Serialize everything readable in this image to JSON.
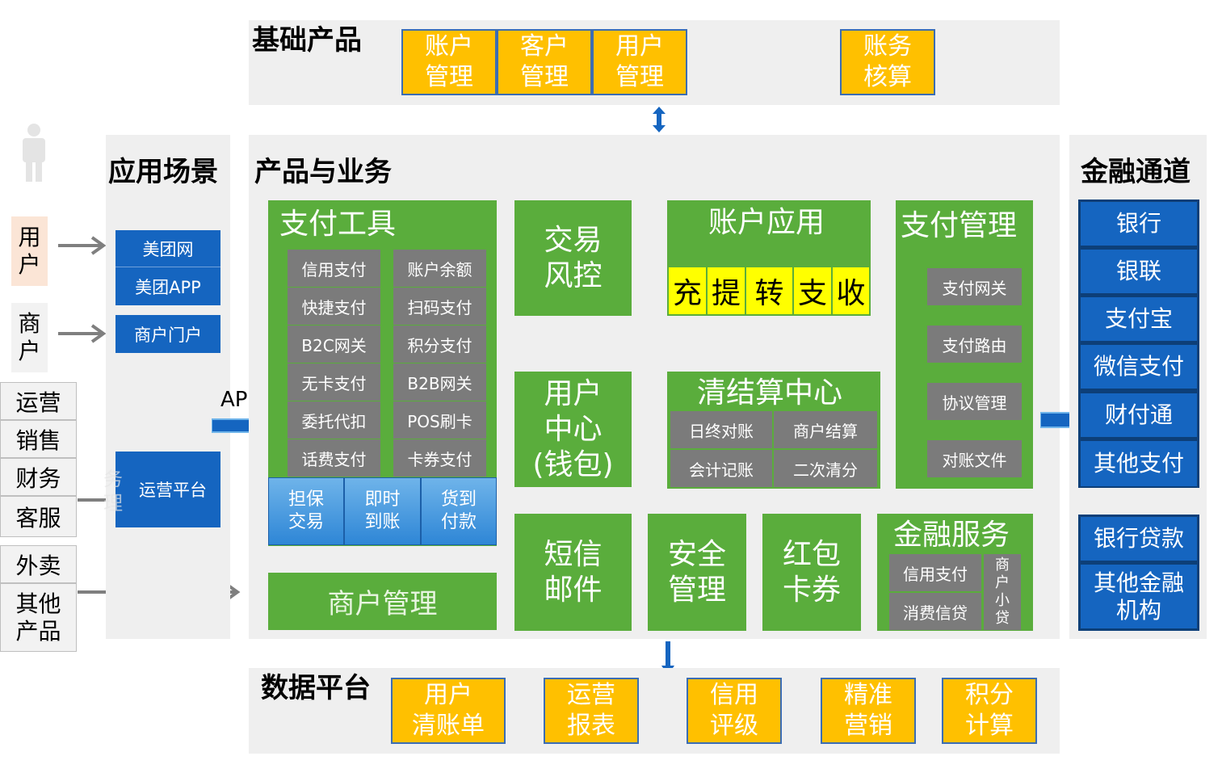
{
  "base": {
    "title": "基础产品",
    "items": [
      "账户\n管理",
      "客户\n管理",
      "用户\n管理",
      "账务\n核算"
    ]
  },
  "scenes": {
    "title": "应用场景",
    "items": [
      "美团网",
      "美团APP",
      "商户门户",
      "运营平台"
    ],
    "overlap_text": "务\n理"
  },
  "actors": {
    "user": "用\n户",
    "merchant": "商\n户",
    "ops": [
      "运营",
      "销售",
      "财务",
      "客服"
    ],
    "other": [
      "外卖",
      "其他\n产品"
    ]
  },
  "api_label": "API",
  "product": {
    "title": "产品与业务",
    "pay_tools": {
      "title": "支付工具",
      "left": [
        "信用支付",
        "快捷支付",
        "B2C网关",
        "无卡支付",
        "委托代扣",
        "话费支付"
      ],
      "right": [
        "账户余额",
        "扫码支付",
        "积分支付",
        "B2B网关",
        "POS刷卡",
        "卡券支付"
      ],
      "special": [
        "担保\n交易",
        "即时\n到账",
        "货到\n付款"
      ]
    },
    "merchant_mgmt": "商户管理",
    "risk": "交易\n风控",
    "user_center": "用户\n中心\n(钱包)",
    "sms": "短信\n邮件",
    "security": "安全\n管理",
    "coupon": "红包\n卡券",
    "account_app": {
      "title": "账户应用",
      "ops": [
        "充",
        "提",
        "转",
        "支",
        "收"
      ]
    },
    "clearing": {
      "title": "清结算中心",
      "items": [
        "日终对账",
        "商户结算",
        "会计记账",
        "二次清分"
      ]
    },
    "pay_mgmt": {
      "title": "支付管理",
      "items": [
        "支付网关",
        "支付路由",
        "协议管理",
        "对账文件"
      ]
    },
    "fin_service": {
      "title": "金融服务",
      "items": [
        "信用支付",
        "消费信贷"
      ],
      "side": "商\n户\n小\n贷"
    }
  },
  "channels": {
    "title": "金融通道",
    "payment": [
      "银行",
      "银联",
      "支付宝",
      "微信支付",
      "财付通",
      "其他支付"
    ],
    "finance": [
      "银行贷款",
      "其他金融\n机构"
    ]
  },
  "data_platform": {
    "title": "数据平台",
    "items": [
      "用户\n清账单",
      "运营\n报表",
      "信用\n评级",
      "精准\n营销",
      "积分\n计算"
    ]
  }
}
